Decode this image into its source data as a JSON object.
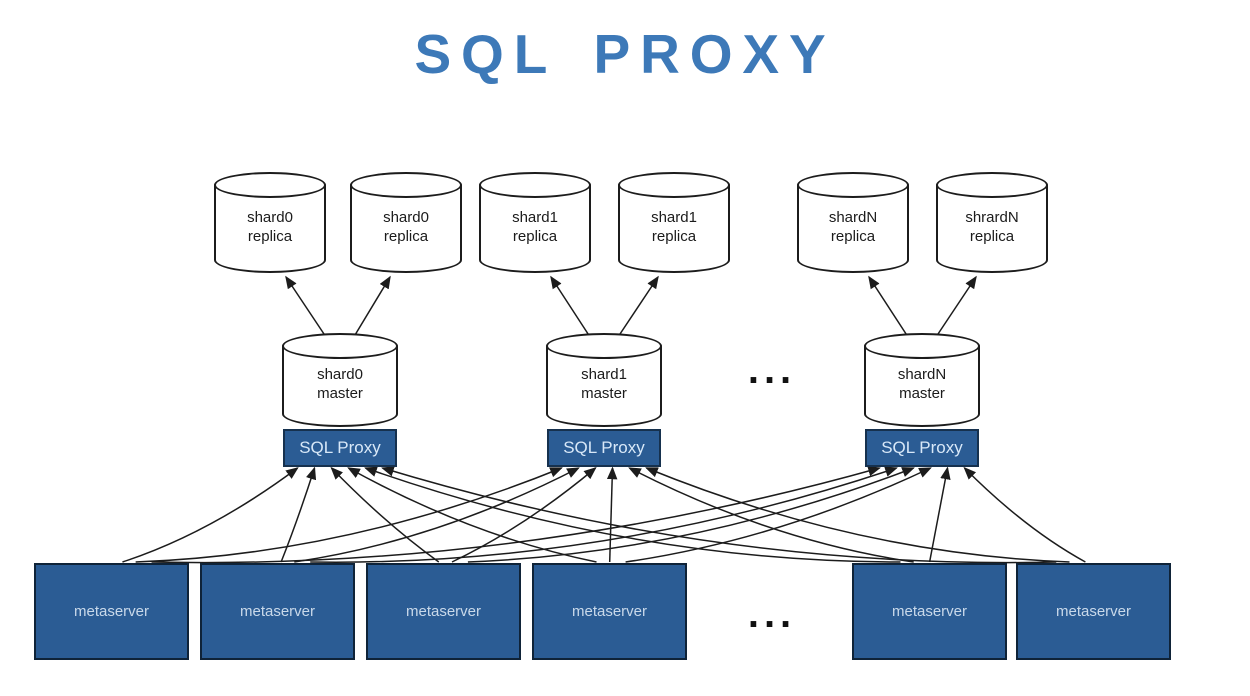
{
  "title": "SQL PROXY",
  "colors": {
    "title_blue": "#3d79b8",
    "box_blue": "#2b5c94",
    "box_border": "#16314e",
    "box_text": "#d8e8f8",
    "line": "#1c1c1c"
  },
  "replica_row": [
    {
      "line1": "shard0",
      "line2": "replica"
    },
    {
      "line1": "shard0",
      "line2": "replica"
    },
    {
      "line1": "shard1",
      "line2": "replica"
    },
    {
      "line1": "shard1",
      "line2": "replica"
    },
    {
      "line1": "shardN",
      "line2": "replica"
    },
    {
      "line1": "shrardN",
      "line2": "replica"
    }
  ],
  "master_row": [
    {
      "line1": "shard0",
      "line2": "master"
    },
    {
      "line1": "shard1",
      "line2": "master"
    },
    {
      "line1": "shardN",
      "line2": "master"
    }
  ],
  "proxy_label": "SQL Proxy",
  "metaserver_label": "metaserver",
  "master_ellipsis": "...",
  "metaserver_ellipsis": "..."
}
